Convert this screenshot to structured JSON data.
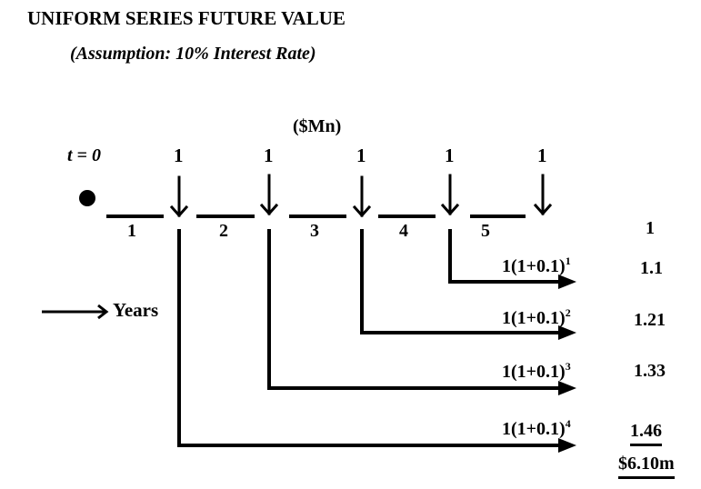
{
  "title": "UNIFORM SERIES FUTURE VALUE",
  "subtitle": "(Assumption: 10% Interest Rate)",
  "unit_label": "($Mn)",
  "time_zero_label": "t = 0",
  "payments": [
    "1",
    "1",
    "1",
    "1",
    "1"
  ],
  "periods": [
    "1",
    "2",
    "3",
    "4",
    "5"
  ],
  "axis_label": "Years",
  "compounding": [
    {
      "formula": "1(1+0.1)",
      "exponent": "1",
      "value": "1.1"
    },
    {
      "formula": "1(1+0.1)",
      "exponent": "2",
      "value": "1.21"
    },
    {
      "formula": "1(1+0.1)",
      "exponent": "3",
      "value": "1.33"
    },
    {
      "formula": "1(1+0.1)",
      "exponent": "4",
      "value": "1.46"
    }
  ],
  "final_payment_value": "1",
  "total": "$6.10m",
  "colors": {
    "ink": "#000000",
    "background": "#ffffff"
  }
}
